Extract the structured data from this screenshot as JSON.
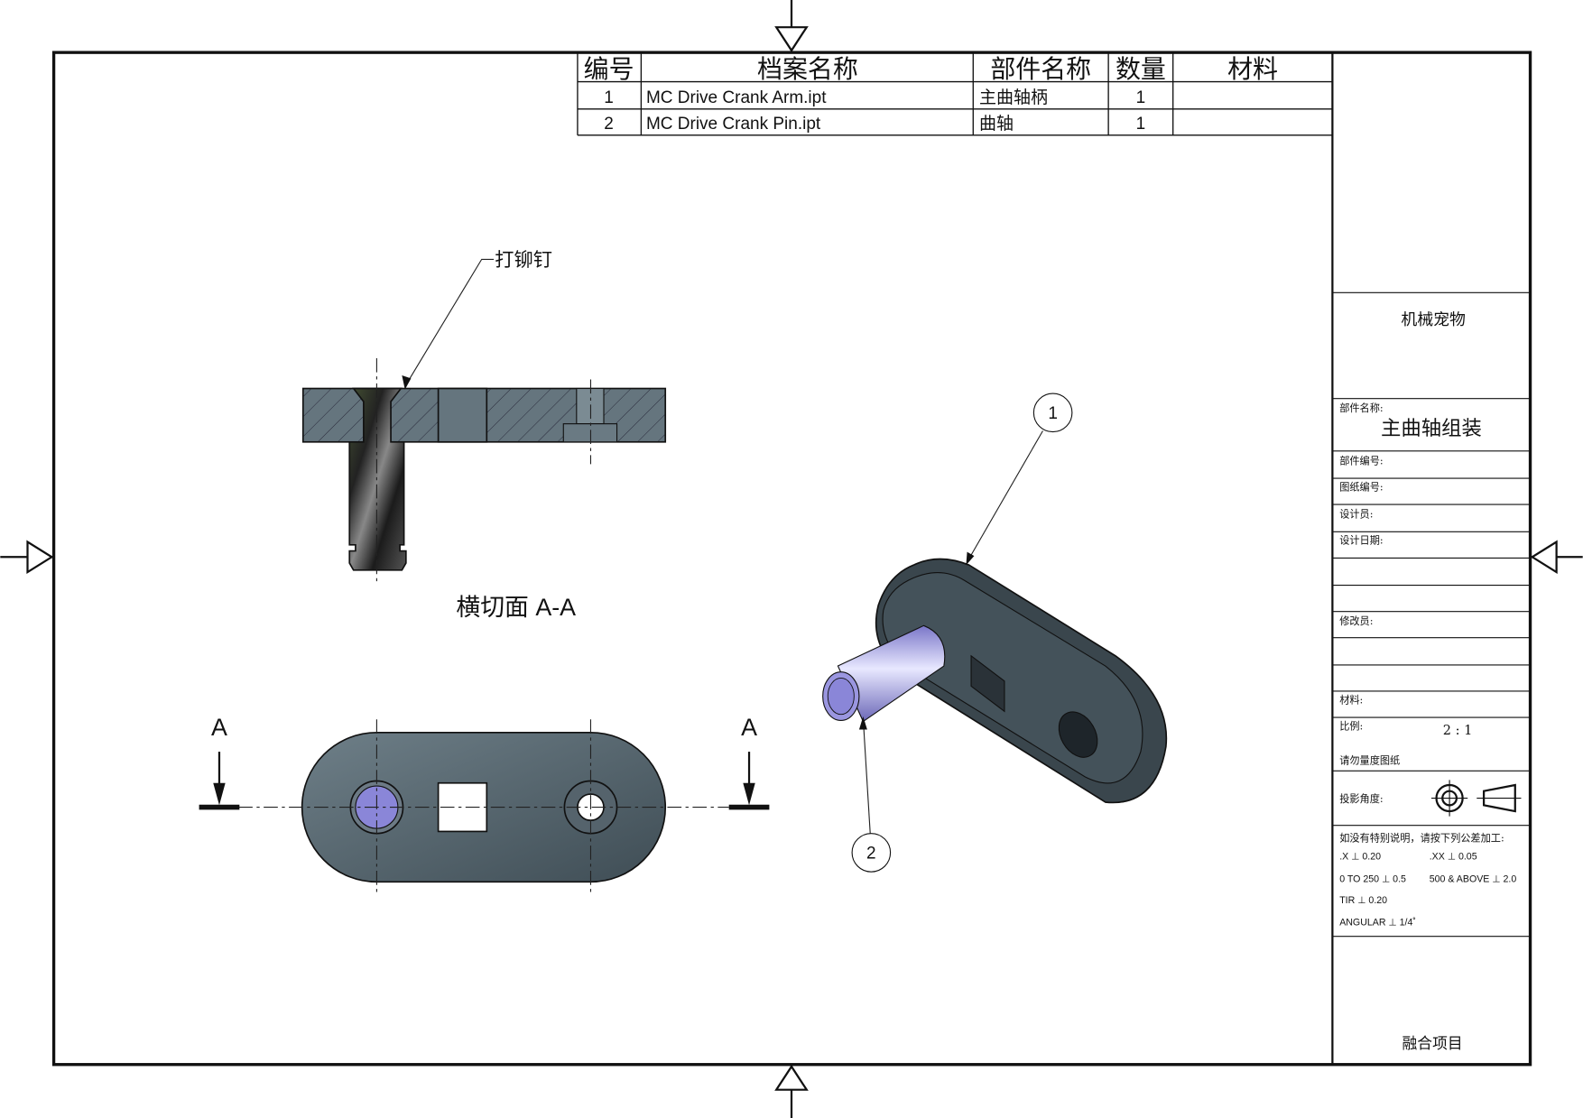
{
  "bom": {
    "headers": [
      "编号",
      "档案名称",
      "部件名称",
      "数量",
      "材料"
    ],
    "rows": [
      {
        "no": "1",
        "file": "MC Drive Crank Arm.ipt",
        "part": "主曲轴柄",
        "qty": "1",
        "material": ""
      },
      {
        "no": "2",
        "file": "MC Drive Crank Pin.ipt",
        "part": "曲轴",
        "qty": "1",
        "material": ""
      }
    ]
  },
  "views": {
    "leader_note": "打铆钉",
    "section_label": "横切面 A-A",
    "section_marker_left": "A",
    "section_marker_right": "A",
    "balloons": [
      "1",
      "2"
    ]
  },
  "title_block": {
    "company": "机械宠物",
    "part_name_label": "部件名称:",
    "part_name": "主曲轴组装",
    "part_number_label": "部件编号:",
    "drawing_number_label": "图纸编号:",
    "designer_label": "设计员:",
    "design_date_label": "设计日期:",
    "reviser_label": "修改员:",
    "material_label": "材料:",
    "scale_label": "比例:",
    "scale": "2 : 1",
    "do_not_scale": "请勿量度图纸",
    "projection_label": "投影角度:",
    "tolerance_note": "如没有特别说明，请按下列公差加工:",
    "tol_x": ".X ⊥ 0.20",
    "tol_xx": ".XX ⊥ 0.05",
    "tol_range1": "0 TO 250 ⊥ 0.5",
    "tol_range2": "500 & ABOVE ⊥ 2.0",
    "tol_tir": "TIR ⊥ 0.20",
    "tol_angular": "ANGULAR ⊥ 1/4˚",
    "project": "融合项目"
  },
  "colors": {
    "body": "#5f7079",
    "pin": "#8a86d8",
    "frame": "#111111"
  }
}
